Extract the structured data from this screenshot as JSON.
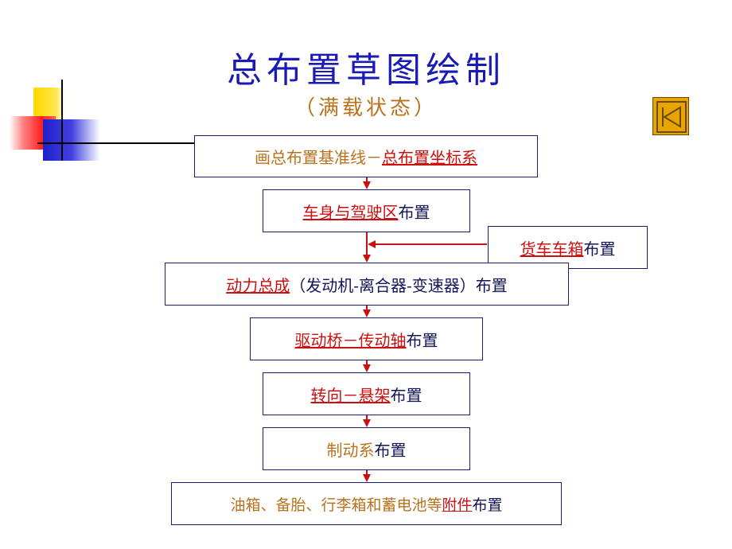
{
  "title": "总布置草图绘制",
  "subtitle": "（满载状态）",
  "nav": {
    "icon": "back-arrow-icon"
  },
  "colors": {
    "title": "#1a1ab4",
    "orange": "#b8721e",
    "red": "#cc1010",
    "navy": "#14145a"
  },
  "boxes": {
    "datum": {
      "plain": "画总布置基准线－",
      "link": "总布置坐标系"
    },
    "body": {
      "link": "车身与驾驶区",
      "suffix": "布置"
    },
    "cargo": {
      "link": "货车车箱",
      "suffix": "布置"
    },
    "power": {
      "link": "动力总成",
      "detail": "（发动机-离合器-变速器）布置"
    },
    "drive": {
      "link": "驱动桥－传动轴",
      "suffix": "布置"
    },
    "steer": {
      "link": "转向－悬架",
      "suffix": "布置"
    },
    "brake": {
      "plain": "制动系",
      "suffix": "布置"
    },
    "acc": {
      "plain": "油箱、备胎、行李箱和蓄电池等",
      "link": "附件",
      "suffix": "布置"
    }
  }
}
